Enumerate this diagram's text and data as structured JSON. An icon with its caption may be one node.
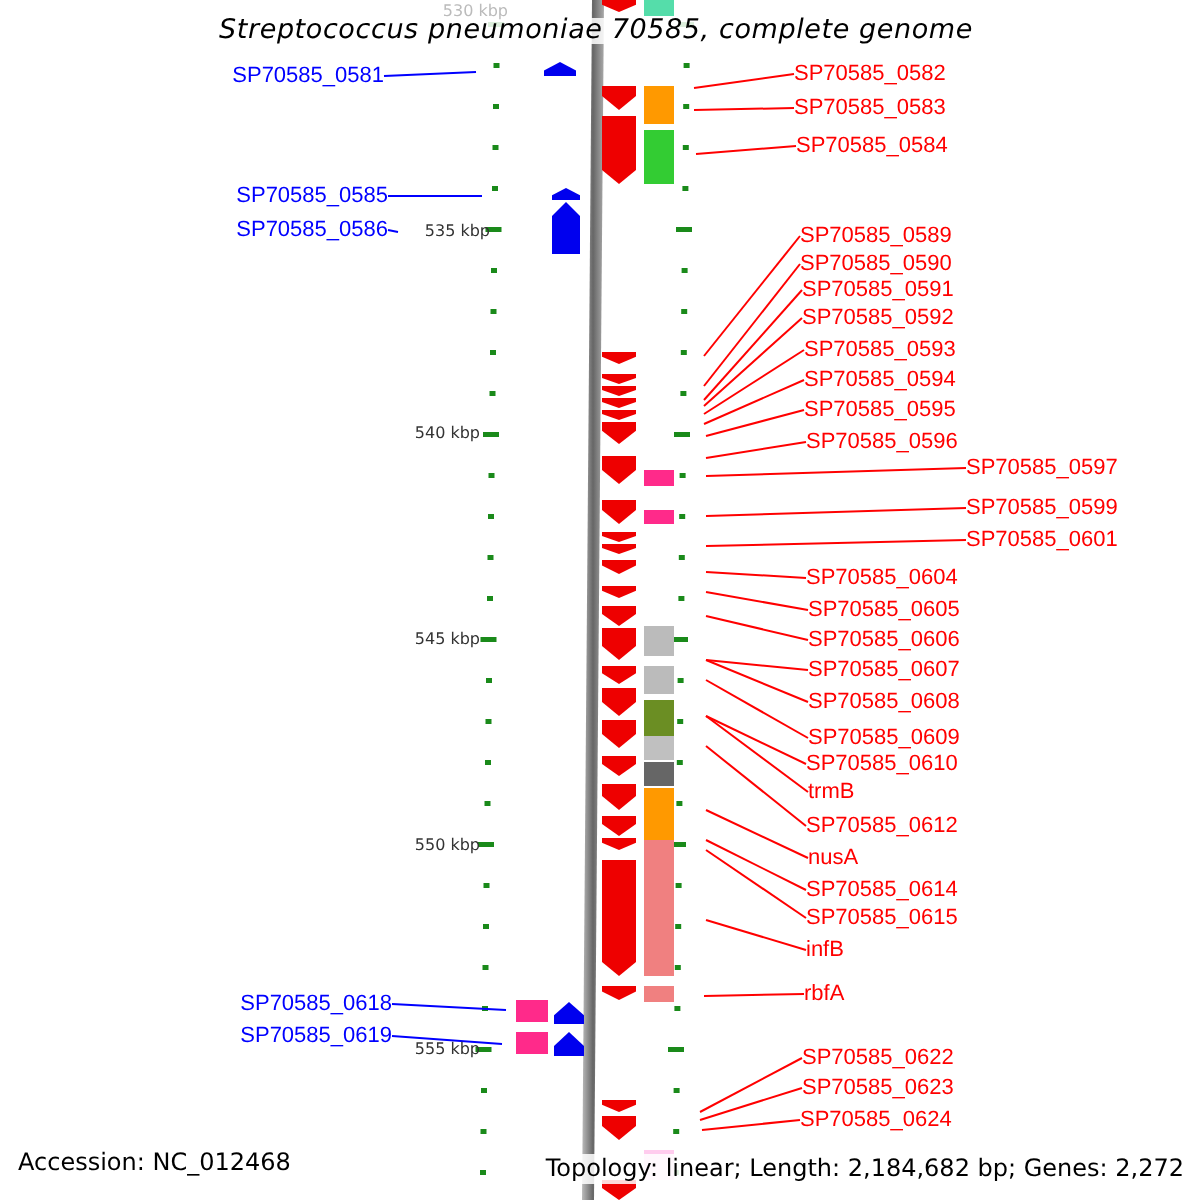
{
  "diagram": {
    "title": "Streptococcus pneumoniae 70585, complete genome",
    "nodes": [
      {
        "text": [
          "SP70585_0581"
        ]
      },
      {
        "text": [
          "SP70585_0585"
        ]
      },
      {
        "text": [
          "SP70585_0586"
        ]
      },
      {
        "text": [
          "SP70585_0618"
        ]
      },
      {
        "text": [
          "SP70585_0619"
        ]
      },
      {
        "text": [
          "SP70585_0582"
        ]
      },
      {
        "text": [
          "SP70585_0583"
        ]
      },
      {
        "text": [
          "SP70585_0584"
        ]
      },
      {
        "text": [
          "SP70585_0589"
        ]
      },
      {
        "text": [
          "SP70585_0590"
        ]
      },
      {
        "text": [
          "SP70585_0591"
        ]
      },
      {
        "text": [
          "SP70585_0592"
        ]
      },
      {
        "text": [
          "SP70585_0593"
        ]
      },
      {
        "text": [
          "SP70585_0594"
        ]
      },
      {
        "text": [
          "SP70585_0595"
        ]
      },
      {
        "text": [
          "SP70585_0596"
        ]
      },
      {
        "text": [
          "SP70585_0597"
        ]
      },
      {
        "text": [
          "SP70585_0599"
        ]
      },
      {
        "text": [
          "SP70585_0601"
        ]
      },
      {
        "text": [
          "SP70585_0604"
        ]
      },
      {
        "text": [
          "SP70585_0605"
        ]
      },
      {
        "text": [
          "SP70585_0606"
        ]
      },
      {
        "text": [
          "SP70585_0607"
        ]
      },
      {
        "text": [
          "SP70585_0608"
        ]
      },
      {
        "text": [
          "SP70585_0609"
        ]
      },
      {
        "text": [
          "SP70585_0610"
        ]
      },
      {
        "text": [
          "trmB"
        ]
      },
      {
        "text": [
          "SP70585_0612"
        ]
      },
      {
        "text": [
          "nusA"
        ]
      },
      {
        "text": [
          "SP70585_0614"
        ]
      },
      {
        "text": [
          "SP70585_0615"
        ]
      },
      {
        "text": [
          "infB"
        ]
      },
      {
        "text": [
          "rbfA"
        ]
      },
      {
        "text": [
          "SP70585_0622"
        ]
      },
      {
        "text": [
          "SP70585_0623"
        ]
      },
      {
        "text": [
          "SP70585_0624"
        ]
      }
    ],
    "edges": [
      {
        "from": 0,
        "to": null,
        "arrow": "none",
        "color": "#0000ff"
      },
      {
        "from": 1,
        "to": null,
        "arrow": "none",
        "color": "#0000ff"
      },
      {
        "from": 2,
        "to": null,
        "arrow": "none",
        "color": "#0000ff"
      },
      {
        "from": 3,
        "to": null,
        "arrow": "none",
        "color": "#0000ff"
      },
      {
        "from": 4,
        "to": null,
        "arrow": "none",
        "color": "#0000ff"
      },
      {
        "from": 5,
        "to": null,
        "arrow": "none"
      },
      {
        "from": 6,
        "to": null,
        "arrow": "none"
      },
      {
        "from": 7,
        "to": null,
        "arrow": "none"
      },
      {
        "from": 8,
        "to": null,
        "arrow": "none"
      },
      {
        "from": 9,
        "to": null,
        "arrow": "none"
      },
      {
        "from": 10,
        "to": null,
        "arrow": "none"
      },
      {
        "from": 11,
        "to": null,
        "arrow": "none"
      },
      {
        "from": 12,
        "to": null,
        "arrow": "none"
      },
      {
        "from": 13,
        "to": null,
        "arrow": "none"
      },
      {
        "from": 14,
        "to": null,
        "arrow": "none"
      },
      {
        "from": 15,
        "to": null,
        "arrow": "none"
      },
      {
        "from": 16,
        "to": null,
        "arrow": "none"
      },
      {
        "from": 17,
        "to": null,
        "arrow": "none"
      },
      {
        "from": 18,
        "to": null,
        "arrow": "none"
      },
      {
        "from": 19,
        "to": null,
        "arrow": "none"
      },
      {
        "from": 20,
        "to": null,
        "arrow": "none"
      },
      {
        "from": 21,
        "to": null,
        "arrow": "none"
      },
      {
        "from": 22,
        "to": null,
        "arrow": "none"
      },
      {
        "from": 23,
        "to": null,
        "arrow": "none"
      },
      {
        "from": 24,
        "to": null,
        "arrow": "none"
      },
      {
        "from": 25,
        "to": null,
        "arrow": "none"
      },
      {
        "from": 26,
        "to": null,
        "arrow": "none"
      },
      {
        "from": 27,
        "to": null,
        "arrow": "none"
      },
      {
        "from": 28,
        "to": null,
        "arrow": "none"
      },
      {
        "from": 29,
        "to": null,
        "arrow": "none"
      },
      {
        "from": 30,
        "to": null,
        "arrow": "none"
      },
      {
        "from": 31,
        "to": null,
        "arrow": "none"
      },
      {
        "from": 32,
        "to": null,
        "arrow": "none"
      },
      {
        "from": 33,
        "to": null,
        "arrow": "none"
      },
      {
        "from": 34,
        "to": null,
        "arrow": "none"
      },
      {
        "from": 35,
        "to": null,
        "arrow": "none"
      }
    ],
    "labels": [
      "530 kbp",
      "535 kbp",
      "540 kbp",
      "545 kbp",
      "550 kbp",
      "555 kbp",
      "Accession: NC_012468",
      "Topology: linear; Length: 2,184,682 bp; Genes: 2,272"
    ]
  }
}
